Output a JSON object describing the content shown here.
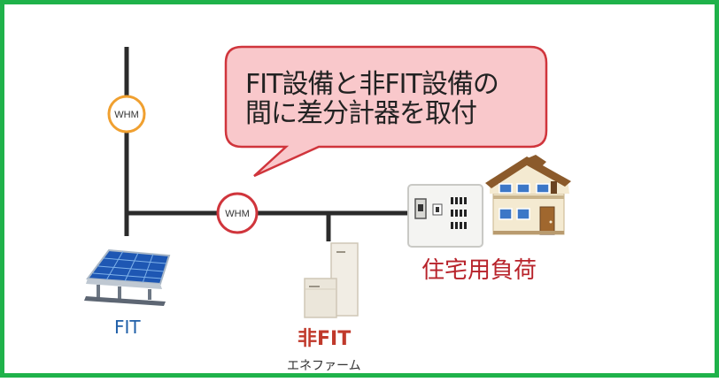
{
  "diagram": {
    "meters": [
      {
        "label": "WHM",
        "color": "#f0a030"
      },
      {
        "label": "WHM",
        "color": "#d0353c"
      }
    ],
    "callout": {
      "line1": "FIT設備と非FIT設備の",
      "line2": "間に差分計器を取付"
    },
    "labels": {
      "fit": "FIT",
      "non_fit": "非FIT",
      "enefarm": "エネファーム",
      "house_load": "住宅用負荷"
    },
    "colors": {
      "border": "#1fb24a",
      "line": "#2b2b2b",
      "callout_fill": "#f9c8cb",
      "callout_stroke": "#d0353c",
      "fit_text": "#1f5fa8",
      "nonfit_text": "#c0392b",
      "load_text": "#b8232b"
    },
    "icons": [
      "solar-panel-icon",
      "fuel-cell-unit-icon",
      "distribution-board-icon",
      "house-icon"
    ]
  }
}
